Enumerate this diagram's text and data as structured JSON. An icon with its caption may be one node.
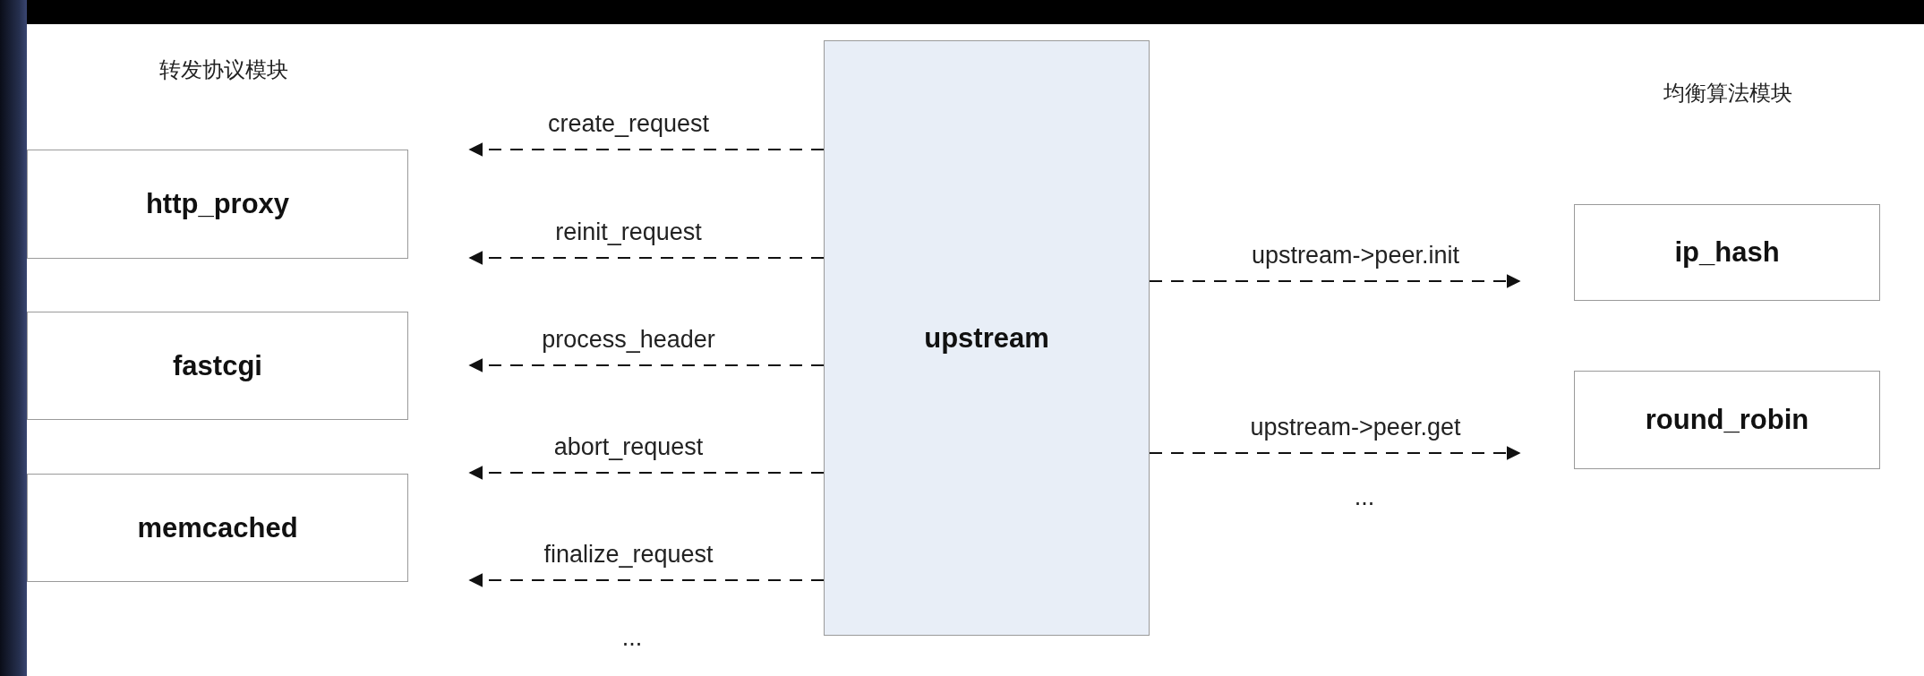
{
  "diagram": {
    "nodes": [
      {
        "text": [
          "http_proxy"
        ]
      },
      {
        "text": [
          "fastcgi"
        ]
      },
      {
        "text": [
          "memcached"
        ]
      },
      {
        "text": [
          "upstream"
        ]
      },
      {
        "text": [
          "ip_hash"
        ]
      },
      {
        "text": [
          "round_robin"
        ]
      }
    ],
    "edges": [
      {
        "from": 3,
        "to": null,
        "arrow": "to",
        "label": "create_request",
        "style": "dashed"
      },
      {
        "from": 3,
        "to": null,
        "arrow": "to",
        "label": "reinit_request",
        "style": "dashed"
      },
      {
        "from": 3,
        "to": null,
        "arrow": "to",
        "label": "process_header",
        "style": "dashed"
      },
      {
        "from": 3,
        "to": null,
        "arrow": "to",
        "label": "abort_request",
        "style": "dashed"
      },
      {
        "from": 3,
        "to": null,
        "arrow": "to",
        "label": "finalize_request",
        "style": "dashed"
      },
      {
        "from": 3,
        "to": null,
        "arrow": "to",
        "label": "upstream->peer.init",
        "style": "dashed"
      },
      {
        "from": 3,
        "to": null,
        "arrow": "to",
        "label": "upstream->peer.get",
        "style": "dashed"
      }
    ],
    "labels": [
      "转发协议模块",
      "均衡算法模块",
      "...",
      "..."
    ]
  }
}
